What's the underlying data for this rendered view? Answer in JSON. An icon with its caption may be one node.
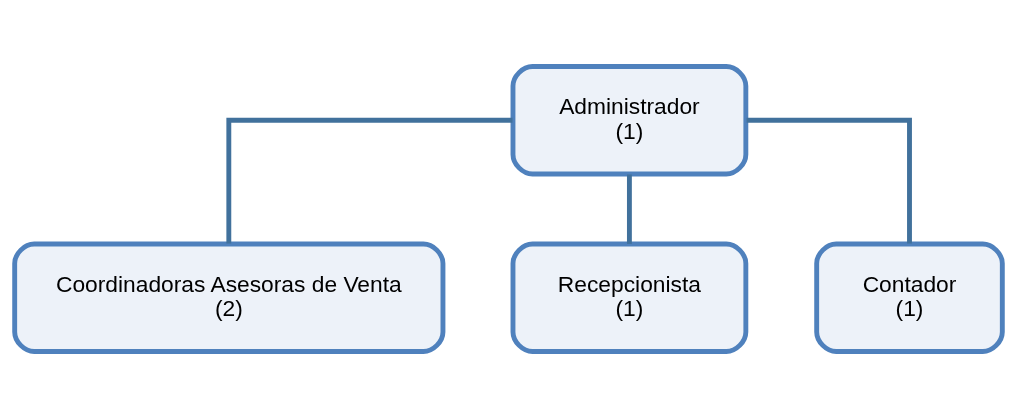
{
  "diagram": {
    "nodes": [
      {
        "text": [
          "Administrador",
          "(1)"
        ]
      },
      {
        "text": [
          "Coordinadoras Asesoras de Venta",
          "(2)"
        ]
      },
      {
        "text": [
          "Recepcionista",
          "(1)"
        ]
      },
      {
        "text": [
          "Contador",
          "(1)"
        ]
      }
    ],
    "edges": [
      {
        "from": 0,
        "to": 1,
        "arrow": "none"
      },
      {
        "from": 0,
        "to": 2,
        "arrow": "none"
      },
      {
        "from": 0,
        "to": 3,
        "arrow": "none"
      }
    ]
  }
}
